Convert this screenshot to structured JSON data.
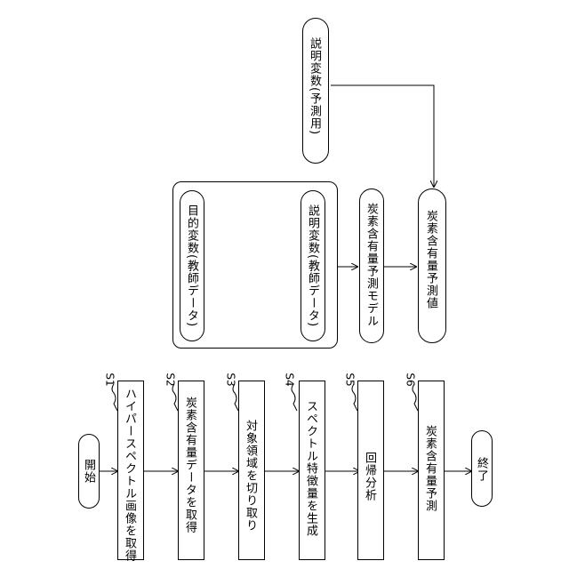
{
  "flow": {
    "start": "開始",
    "end": "終了",
    "steps": [
      {
        "id": "S1",
        "label": "ハイパースペクトル画像を取得"
      },
      {
        "id": "S2",
        "label": "炭素含有量データを取得"
      },
      {
        "id": "S3",
        "label": "対象領域を切り取り"
      },
      {
        "id": "S4",
        "label": "スペクトル特徴量を生成"
      },
      {
        "id": "S5",
        "label": "回帰分析"
      },
      {
        "id": "S6",
        "label": "炭素含有量予測"
      }
    ]
  },
  "model": {
    "target_var": "目的変数(教師データ)",
    "explain_var": "説明変数(教師データ)",
    "explain_predict": "説明変数(予測用)",
    "model_label": "炭素含有量予測モデル",
    "prediction": "炭素含有量予測値"
  }
}
